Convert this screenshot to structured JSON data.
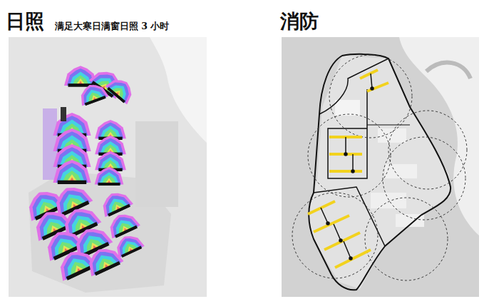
{
  "diagram": {
    "nodes": [
      {
        "text": [
          "日照",
          "满足大寒日满窗日照 3 小时"
        ]
      },
      {
        "text": [
          "消防"
        ]
      }
    ]
  }
}
